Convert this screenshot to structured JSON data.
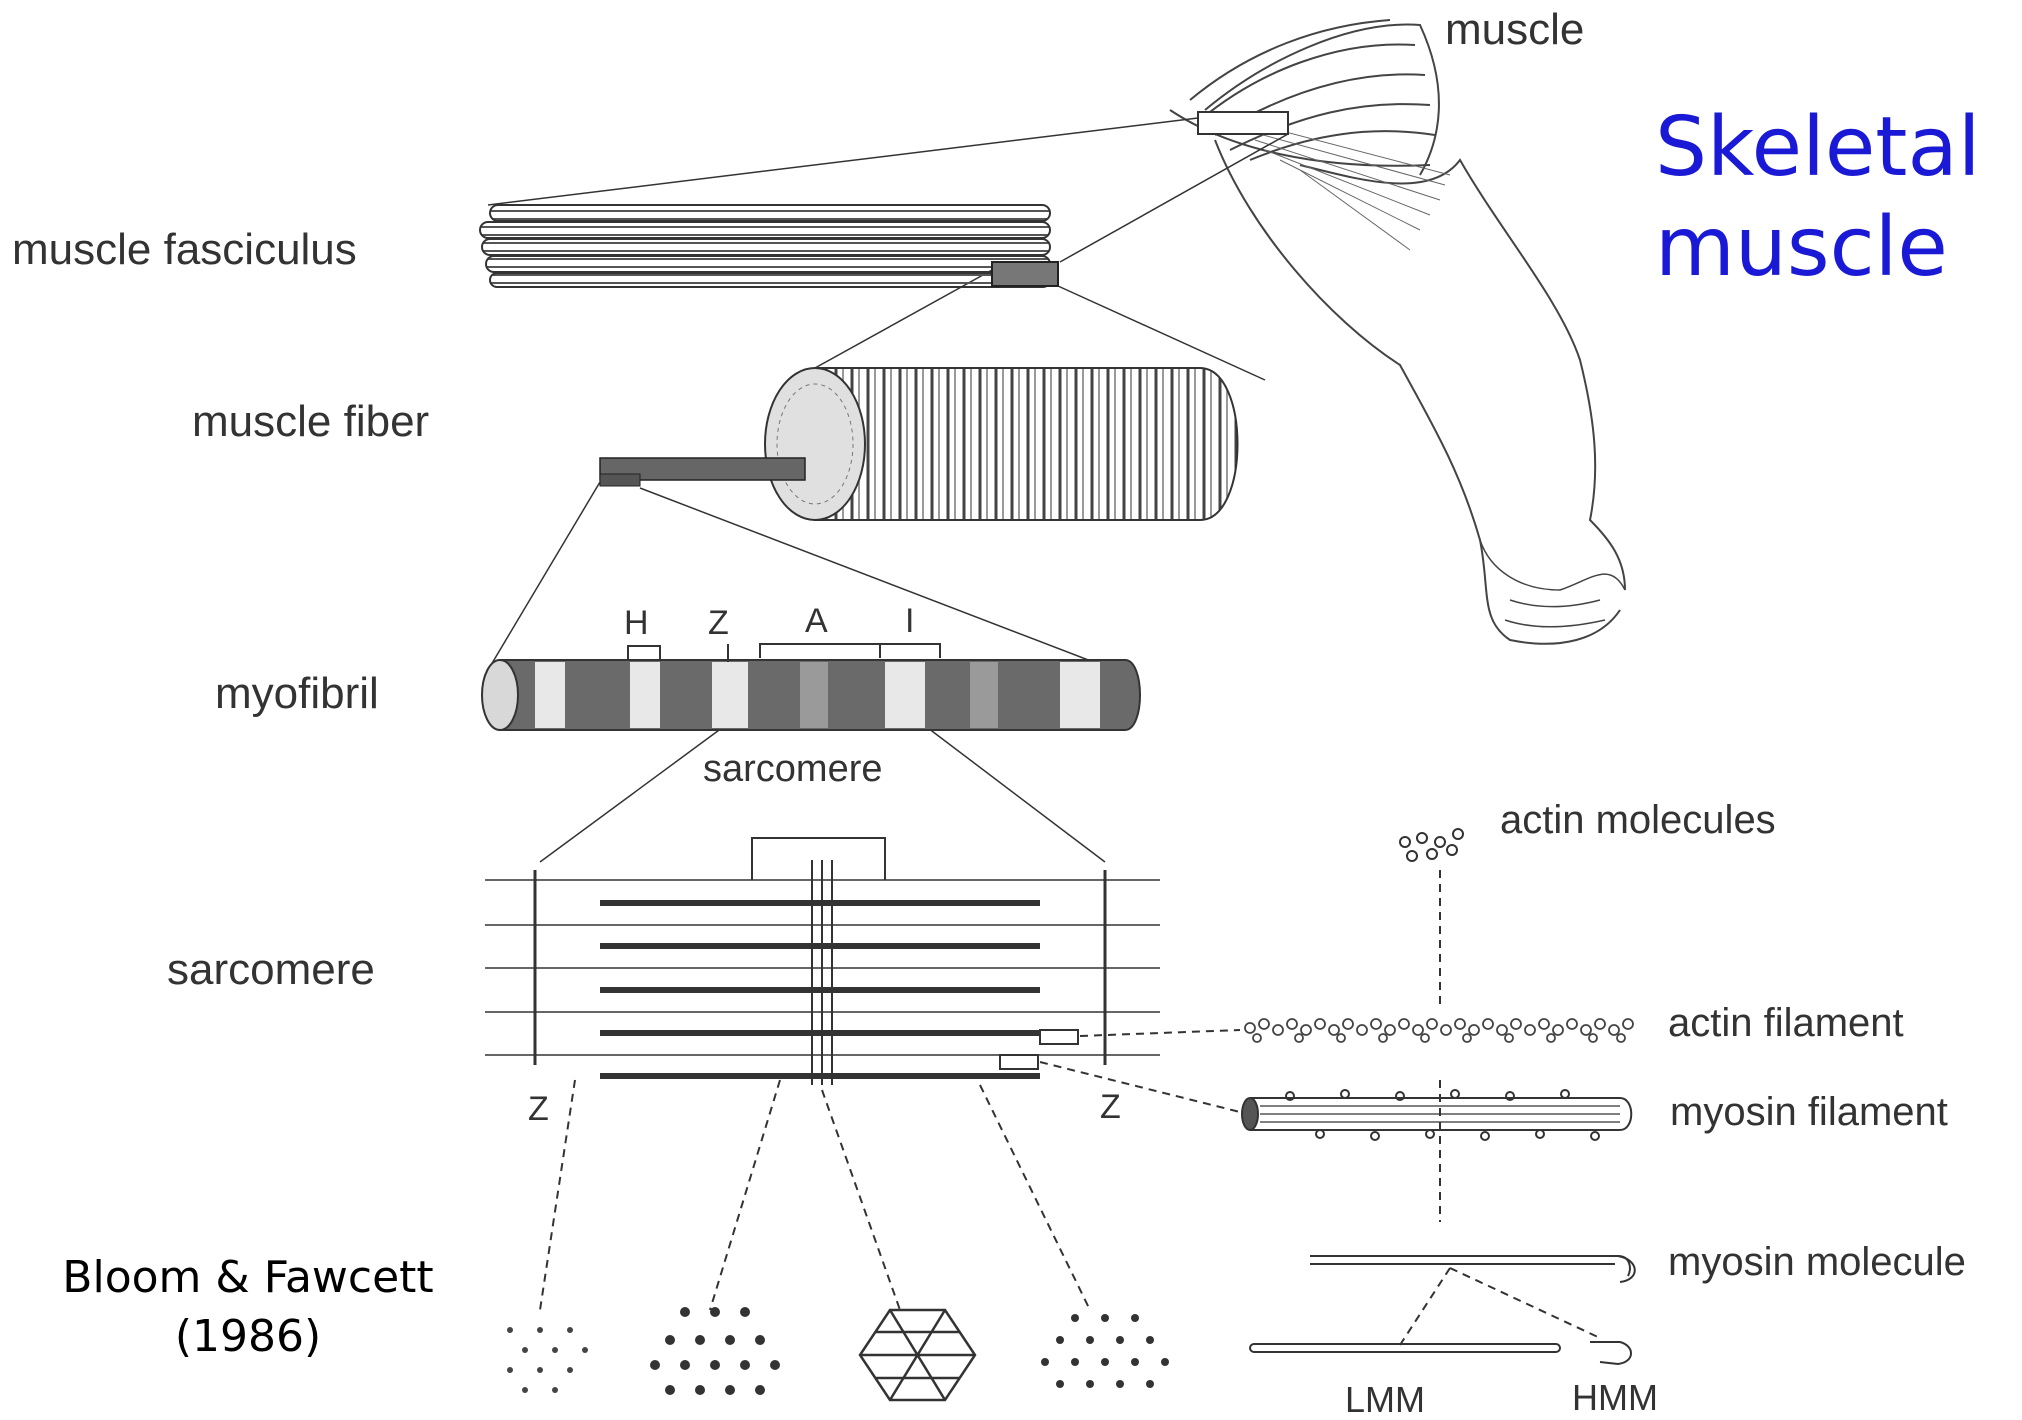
{
  "title": {
    "line1": "Skeletal",
    "line2": "muscle"
  },
  "credit": {
    "line1": "Bloom & Fawcett",
    "line2": "(1986)"
  },
  "labels": {
    "muscle": "muscle",
    "fasciculus": "muscle fasciculus",
    "fiber": "muscle fiber",
    "myofibril": "myofibril",
    "sarcomere_left": "sarcomere",
    "sarcomere_mid": "sarcomere",
    "actin_molecules": "actin molecules",
    "actin_filament": "actin filament",
    "myosin_filament": "myosin filament",
    "myosin_molecule": "myosin molecule",
    "lmm": "LMM",
    "hmm": "HMM"
  },
  "bands": {
    "h": "H",
    "z": "Z",
    "a": "A",
    "i": "I",
    "z_left": "Z",
    "z_right": "Z"
  },
  "colors": {
    "title": "#1a1ad6",
    "label": "#333333",
    "drawing": "#333333"
  }
}
